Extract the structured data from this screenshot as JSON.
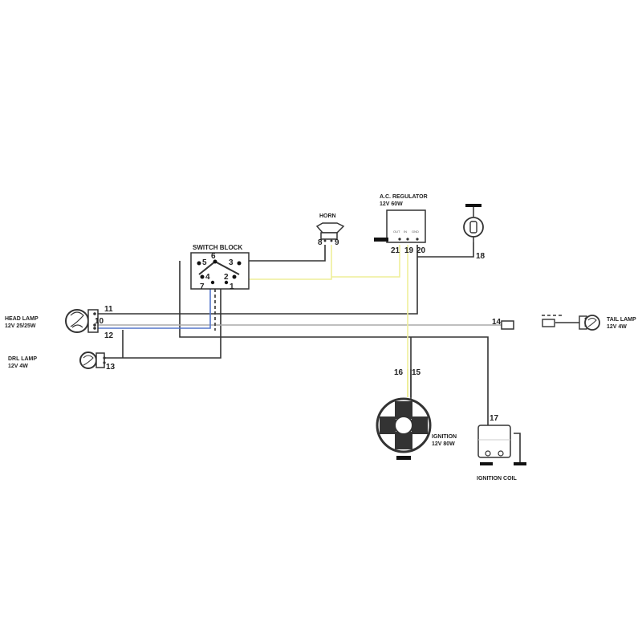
{
  "labels": {
    "head_lamp": [
      "HEAD LAMP",
      "12V 25/25W"
    ],
    "drl_lamp": [
      "DRL LAMP",
      "12V 4W"
    ],
    "switch_block": "SWITCH BLOCK",
    "horn": "HORN",
    "regulator": [
      "A.C. REGULATOR",
      "12V 60W"
    ],
    "regulator_pins": [
      "OUT",
      "IN",
      "GND"
    ],
    "tail_lamp": [
      "TAIL LAMP",
      "12V 4W"
    ],
    "ignition": [
      "IGNITION",
      "12V 80W"
    ],
    "ignition_coil": "IGNITION COIL"
  },
  "terminals": {
    "t1": "1",
    "t2": "2",
    "t3": "3",
    "t4": "4",
    "t5": "5",
    "t6": "6",
    "t7": "7",
    "t8": "8",
    "t9": "9",
    "t10": "10",
    "t11": "11",
    "t12": "12",
    "t13": "13",
    "t14": "14",
    "t15": "15",
    "t16": "16",
    "t17": "17",
    "t18": "18",
    "t19": "19",
    "t20": "20",
    "t21": "21"
  },
  "colors": {
    "wire_dark": "#333333",
    "wire_yellow": "#eeee99",
    "wire_blue": "#5577cc",
    "wire_grey": "#aaaaaa",
    "ground": "#111111"
  }
}
